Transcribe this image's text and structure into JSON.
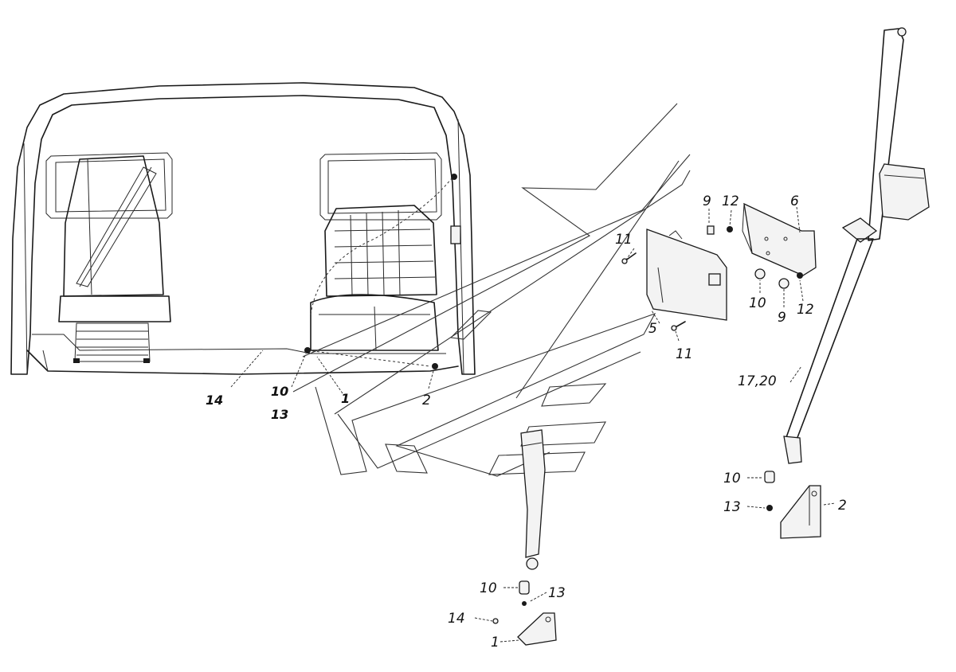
{
  "callouts": [
    {
      "id": "c-14-left",
      "text": "14"
    },
    {
      "id": "c-10-left",
      "text": "10"
    },
    {
      "id": "c-13-left",
      "text": "13"
    },
    {
      "id": "c-1-left",
      "text": "1"
    },
    {
      "id": "c-2-left",
      "text": "2"
    },
    {
      "id": "c-11-top",
      "text": "11"
    },
    {
      "id": "c-5",
      "text": "5"
    },
    {
      "id": "c-11-bottom",
      "text": "11"
    },
    {
      "id": "c-9-top",
      "text": "9"
    },
    {
      "id": "c-12-top",
      "text": "12"
    },
    {
      "id": "c-6",
      "text": "6"
    },
    {
      "id": "c-10-mid",
      "text": "10"
    },
    {
      "id": "c-9-mid",
      "text": "9"
    },
    {
      "id": "c-12-mid",
      "text": "12"
    },
    {
      "id": "c-17-20",
      "text": "17,20"
    },
    {
      "id": "c-10-right",
      "text": "10"
    },
    {
      "id": "c-13-right",
      "text": "13"
    },
    {
      "id": "c-2-right",
      "text": "2"
    },
    {
      "id": "c-10-bottom",
      "text": "10"
    },
    {
      "id": "c-13-bottom",
      "text": "13"
    },
    {
      "id": "c-14-bottom",
      "text": "14"
    },
    {
      "id": "c-1-bottom",
      "text": "1"
    }
  ]
}
